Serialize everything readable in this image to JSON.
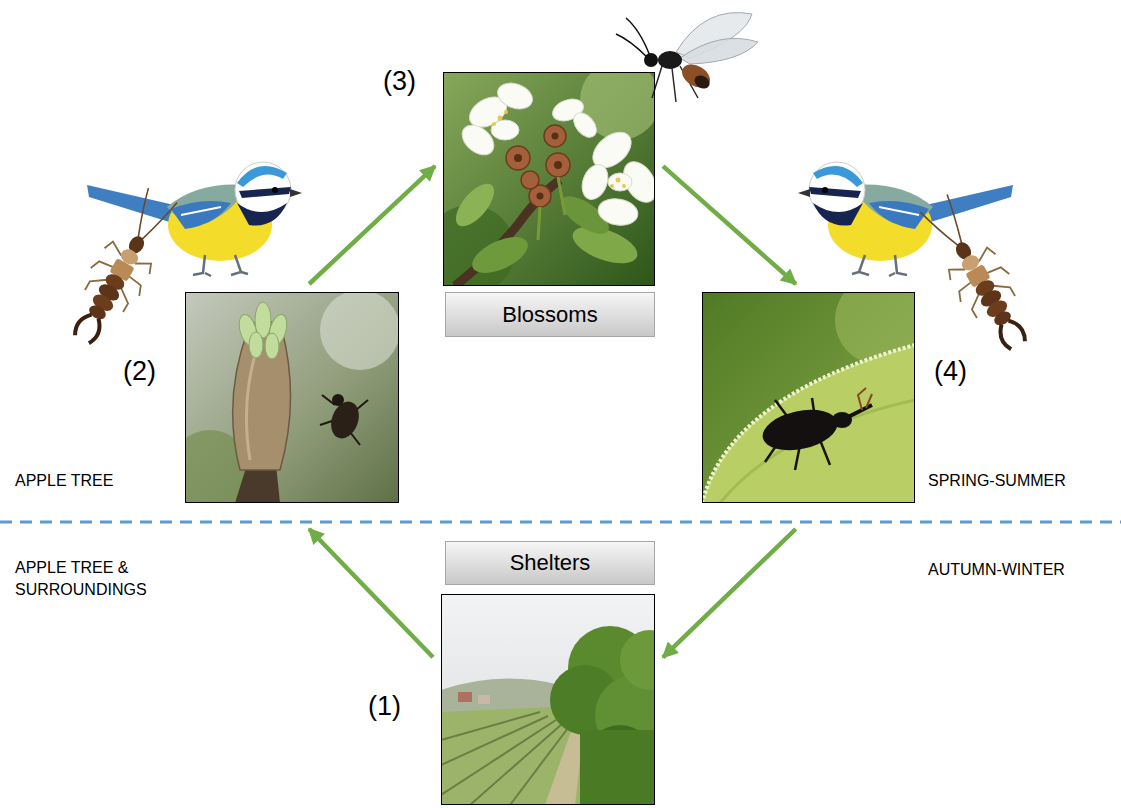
{
  "diagram": {
    "nodes": [
      {
        "text": [
          "(1)"
        ]
      },
      {
        "text": [
          "(2)"
        ]
      },
      {
        "text": [
          "(3)"
        ]
      },
      {
        "text": [
          "(4)"
        ]
      },
      {
        "text": [
          "Blossoms"
        ]
      },
      {
        "text": [
          "Shelters"
        ]
      }
    ],
    "edges": [
      {
        "from": 0,
        "to": 1,
        "arrow": "to"
      },
      {
        "from": 1,
        "to": 2,
        "arrow": "to"
      },
      {
        "from": 2,
        "to": 3,
        "arrow": "to"
      },
      {
        "from": 3,
        "to": 0,
        "arrow": "to"
      }
    ],
    "labels": [
      "APPLE TREE",
      "SPRING-SUMMER",
      "APPLE TREE & SURROUNDINGS",
      "AUTUMN-WINTER"
    ]
  }
}
